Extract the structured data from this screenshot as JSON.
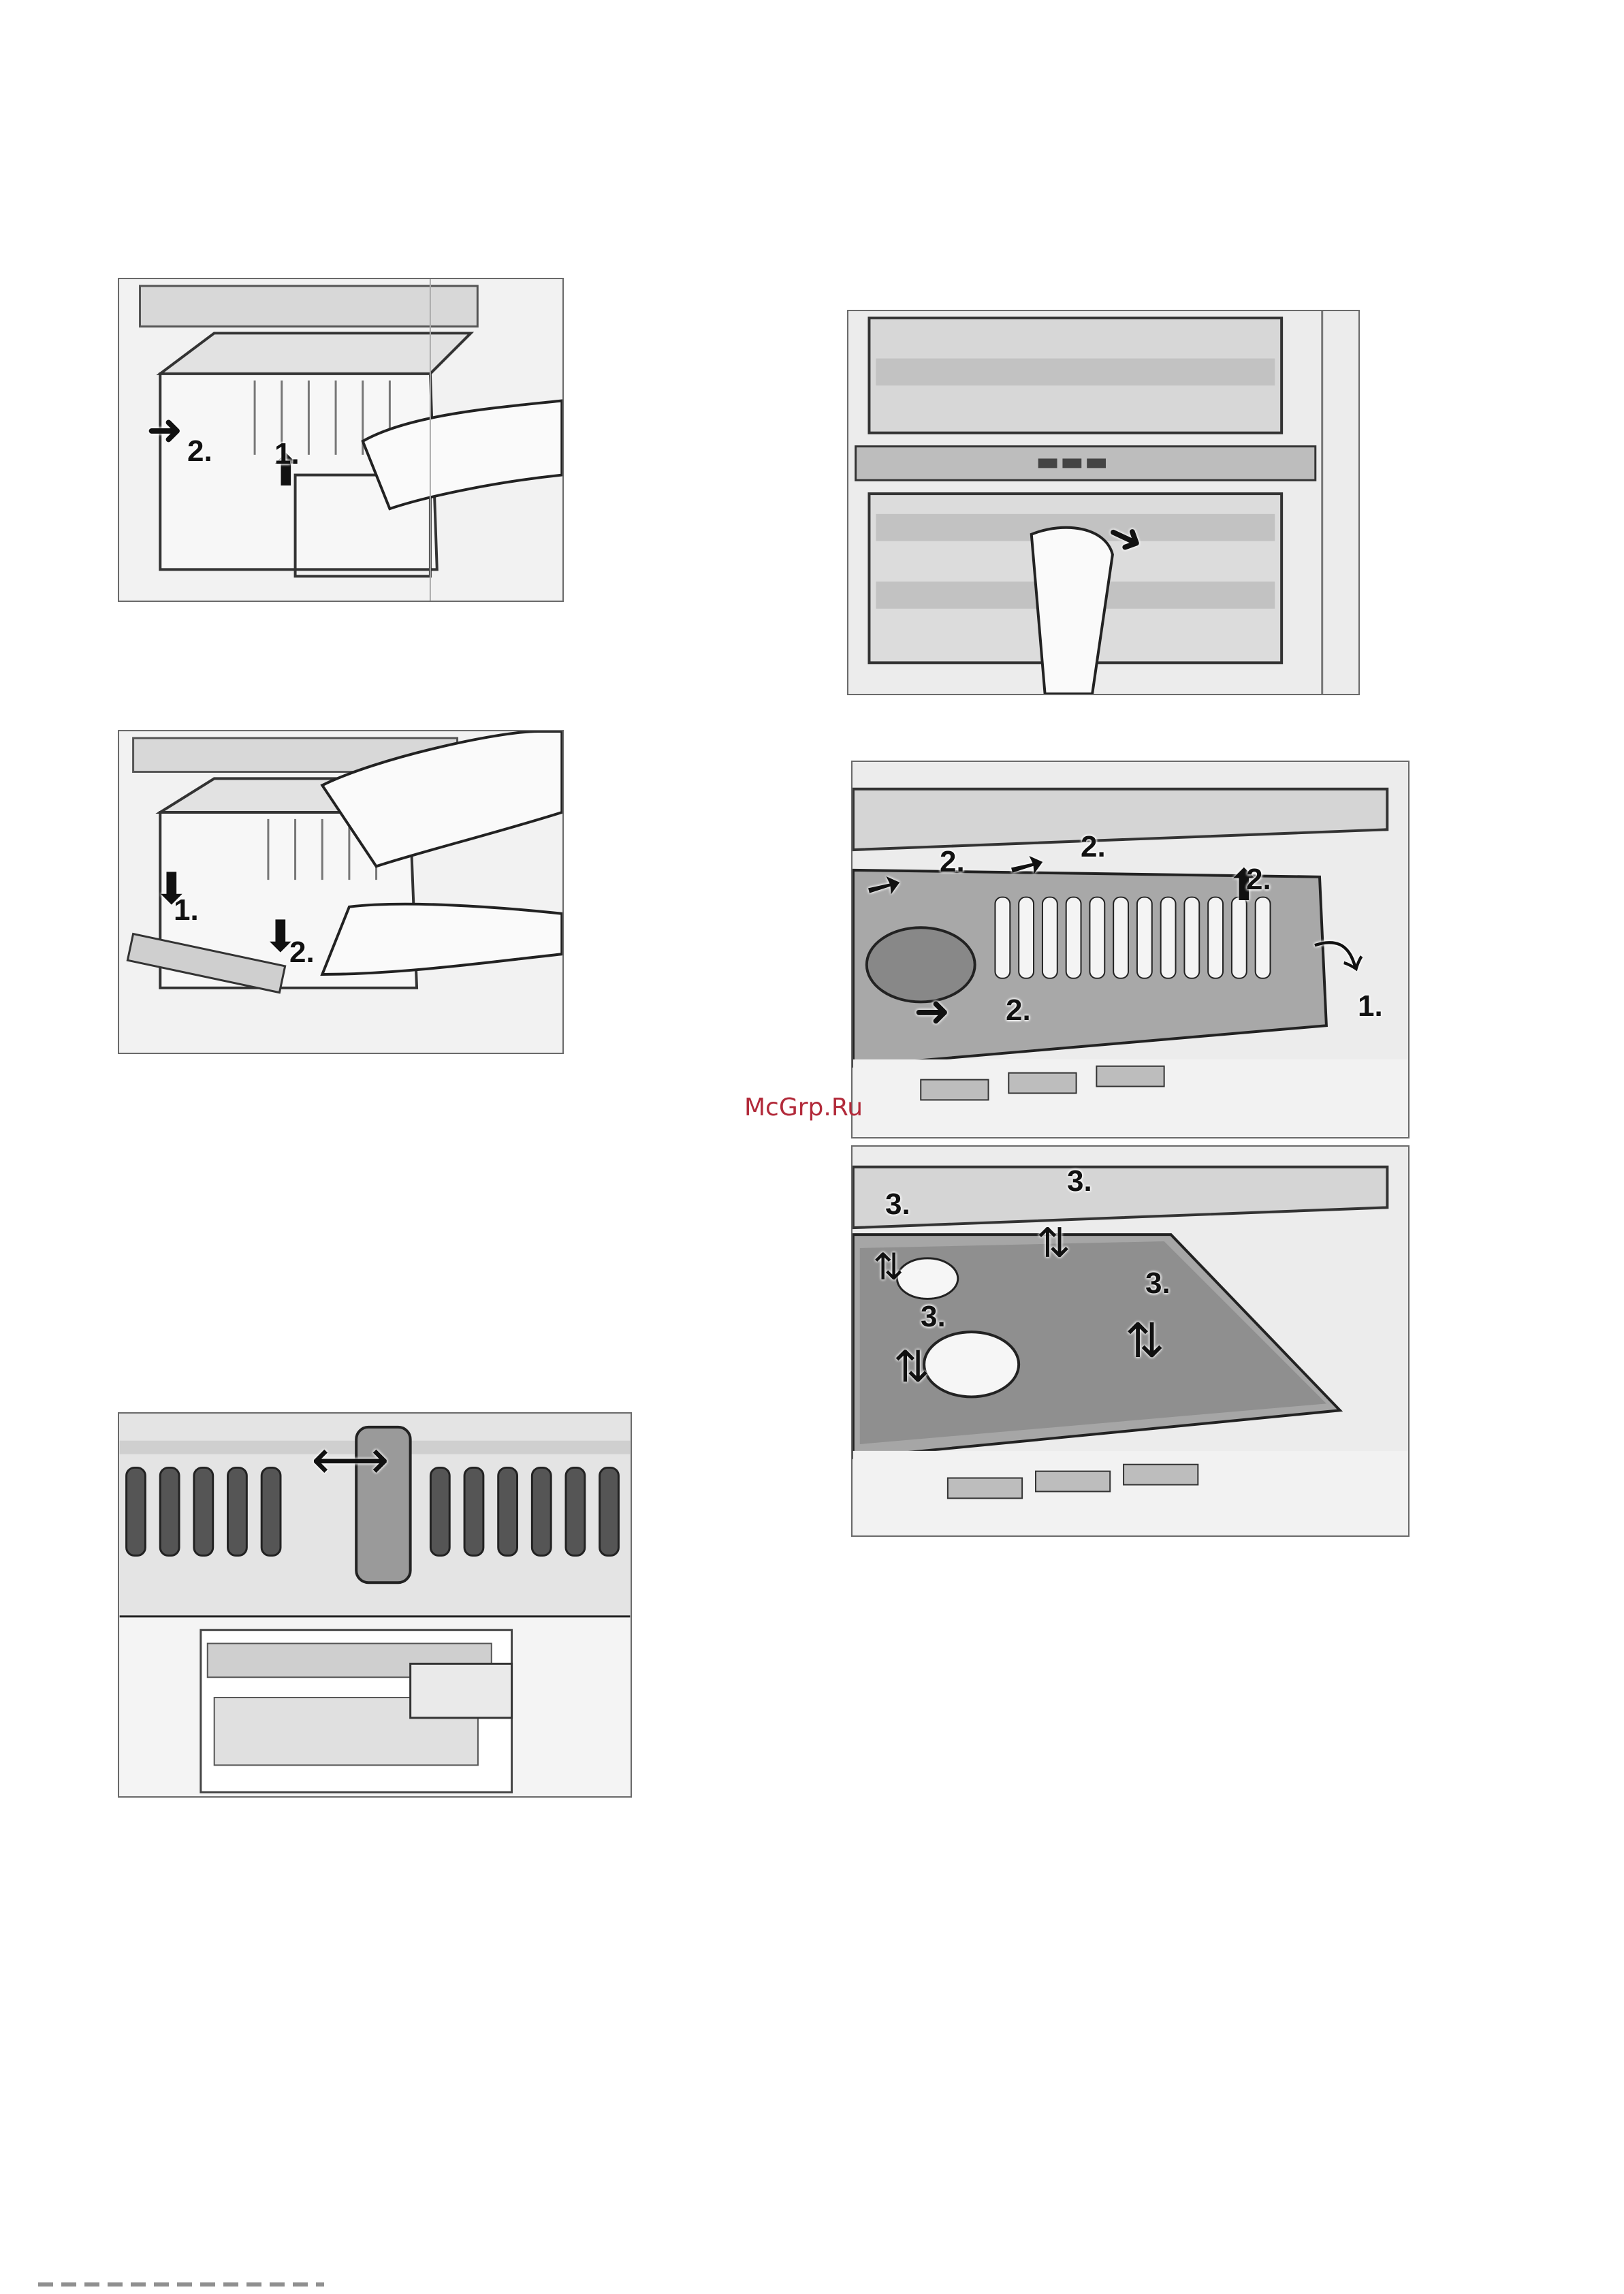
{
  "figures": {
    "drawer_remove": {
      "labels": [
        "2.",
        "1."
      ]
    },
    "drawer_insert": {
      "labels": [
        "1.",
        "2."
      ]
    },
    "freezer_drawer": {
      "labels": []
    },
    "vent_slider": {
      "labels": []
    },
    "grid_shelf_top": {
      "labels": [
        "2.",
        "2.",
        "2.",
        "2.",
        "1."
      ]
    },
    "grid_shelf_bottom": {
      "labels": [
        "3.",
        "3.",
        "3.",
        "3."
      ]
    }
  },
  "watermark": "McGrp.Ru",
  "icons": {
    "arrow_right": "arrow-right-icon",
    "arrow_up": "arrow-up-icon",
    "arrow_down": "arrow-down-icon",
    "arrow_left_right": "arrow-left-right-icon"
  },
  "colors": {
    "line": "#6a6a6a",
    "fill": "#ededed",
    "watermark": "#b22a3a"
  }
}
